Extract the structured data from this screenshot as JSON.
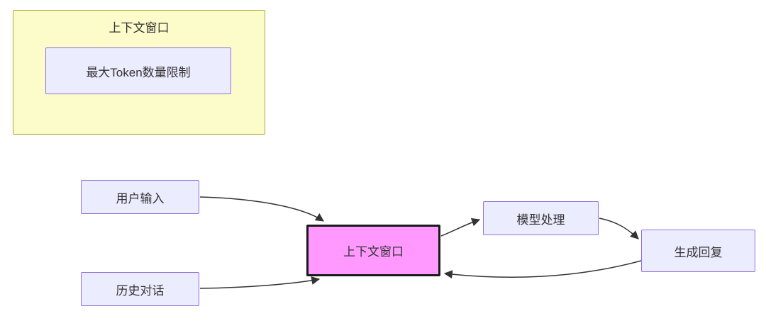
{
  "diagram": {
    "subgraph": {
      "title": "上下文窗口",
      "inner_node": "最大Token数量限制"
    },
    "nodes": {
      "user_input": "用户输入",
      "history_dialogue": "历史对话",
      "context_window": "上下文窗口",
      "model_processing": "模型处理",
      "generate_reply": "生成回复"
    },
    "edges": [
      {
        "from": "user_input",
        "to": "context_window"
      },
      {
        "from": "history_dialogue",
        "to": "context_window"
      },
      {
        "from": "context_window",
        "to": "model_processing"
      },
      {
        "from": "model_processing",
        "to": "generate_reply"
      },
      {
        "from": "generate_reply",
        "to": "context_window"
      }
    ],
    "colors": {
      "subgraph_fill": "#fcfccb",
      "subgraph_border": "#aaaa33",
      "node_fill": "#ECECFF",
      "node_border": "#9370DB",
      "highlight_fill": "#ff99ff",
      "highlight_border": "#1a1a1a",
      "arrow_color": "#333333"
    }
  }
}
